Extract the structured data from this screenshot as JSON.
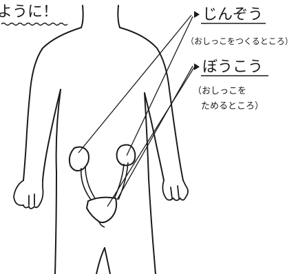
{
  "header": {
    "fragment": "ように！"
  },
  "labels": [
    {
      "id": "kidney",
      "title": "じんぞう",
      "lines": [
        "（おしっこをつくるところ）"
      ]
    },
    {
      "id": "bladder",
      "title": "ぼうこう",
      "lines": [
        "（おしっこを",
        "ためるところ）"
      ]
    }
  ],
  "colors": {
    "ink": "#1a1a1a",
    "paper": "#ffffff"
  }
}
